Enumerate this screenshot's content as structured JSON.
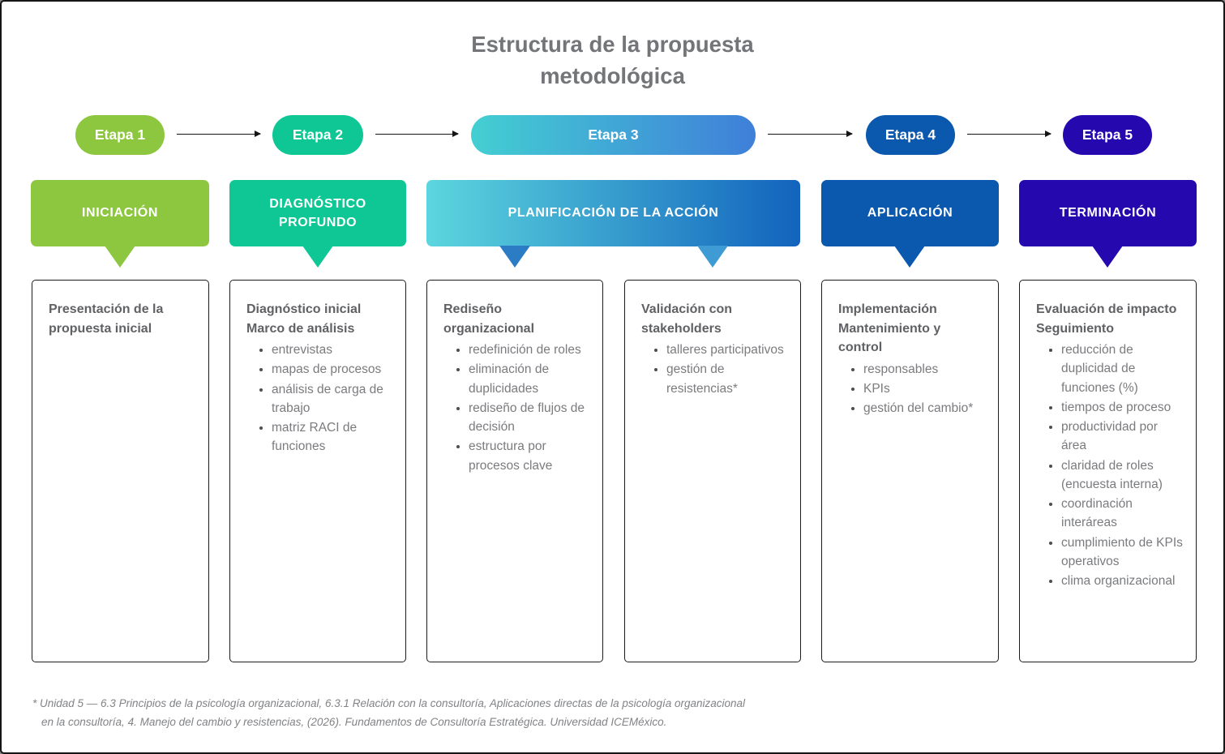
{
  "title": {
    "line1": "Estructura de la propuesta",
    "line2": "metodológica"
  },
  "stages": [
    {
      "label": "Etapa 1",
      "color": "#8DC63F"
    },
    {
      "label": "Etapa 2",
      "color": "#0EC794"
    },
    {
      "label": "Etapa 3",
      "color_start": "#43CFD2",
      "color_end": "#3F7FD9"
    },
    {
      "label": "Etapa 4",
      "color": "#0A59AE"
    },
    {
      "label": "Etapa 5",
      "color": "#2609AE"
    }
  ],
  "phases": [
    {
      "label": "INICIACIÓN",
      "color": "#8DC63F"
    },
    {
      "label": "DIAGNÓSTICO PROFUNDO",
      "color": "#0EC794"
    },
    {
      "label": "PLANIFICACIÓN DE LA ACCIÓN",
      "color_start": "#5CD6DE",
      "color_end": "#1263BD"
    },
    {
      "label": "APLICACIÓN",
      "color": "#0A59AE"
    },
    {
      "label": "TERMINACIÓN",
      "color": "#2609AE"
    }
  ],
  "columns": [
    {
      "heading_lines": [
        "Presentación de la propuesta inicial"
      ],
      "bullets": []
    },
    {
      "heading_lines": [
        "Diagnóstico inicial",
        "Marco de análisis"
      ],
      "bullets": [
        "entrevistas",
        "mapas de procesos",
        "análisis de carga de trabajo",
        "matriz RACI de funciones"
      ]
    },
    {
      "heading_lines": [
        "Rediseño organizacional"
      ],
      "bullets": [
        "redefinición de roles",
        "eliminación de duplicidades",
        "rediseño de flujos de decisión",
        "estructura por procesos clave"
      ]
    },
    {
      "heading_lines": [
        "Validación con stakeholders"
      ],
      "bullets": [
        "talleres participativos",
        "gestión de resistencias*"
      ]
    },
    {
      "heading_lines": [
        "Implementación",
        "Mantenimiento y control"
      ],
      "bullets": [
        "responsables",
        "KPIs",
        "gestión del cambio*"
      ]
    },
    {
      "heading_lines": [
        "Evaluación de impacto",
        "Seguimiento"
      ],
      "bullets": [
        "reducción de duplicidad de funciones (%)",
        "tiempos de proceso",
        "productividad por área",
        "claridad de roles (encuesta interna)",
        "coordinación interáreas",
        "cumplimiento de KPIs operativos",
        "clima organizacional"
      ]
    }
  ],
  "footnote": {
    "line1": "* Unidad 5 — 6.3 Principios de la psicología organizacional, 6.3.1 Relación con la consultoría, Aplicaciones directas de la psicología organizacional",
    "line2": "en la consultoría,  4. Manejo del cambio y resistencias, (2026). Fundamentos de Consultoría Estratégica. Universidad ICEMéxico."
  }
}
